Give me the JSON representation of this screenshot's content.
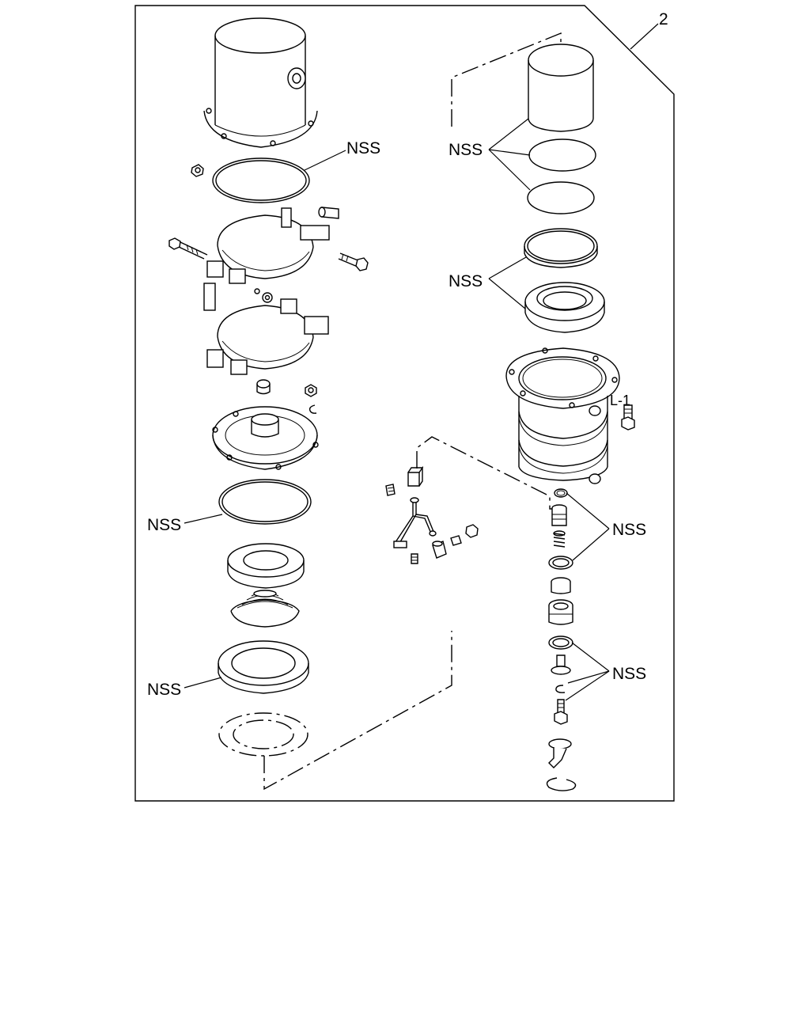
{
  "diagram": {
    "ref_number": "2",
    "sub_ref": "L-1",
    "labels": {
      "nss_top_left": "NSS",
      "nss_top_right": "NSS",
      "nss_mid_right": "NSS",
      "nss_mid_left": "NSS",
      "nss_valve_upper": "NSS",
      "nss_bottom_left": "NSS",
      "nss_valve_lower": "NSS"
    }
  }
}
